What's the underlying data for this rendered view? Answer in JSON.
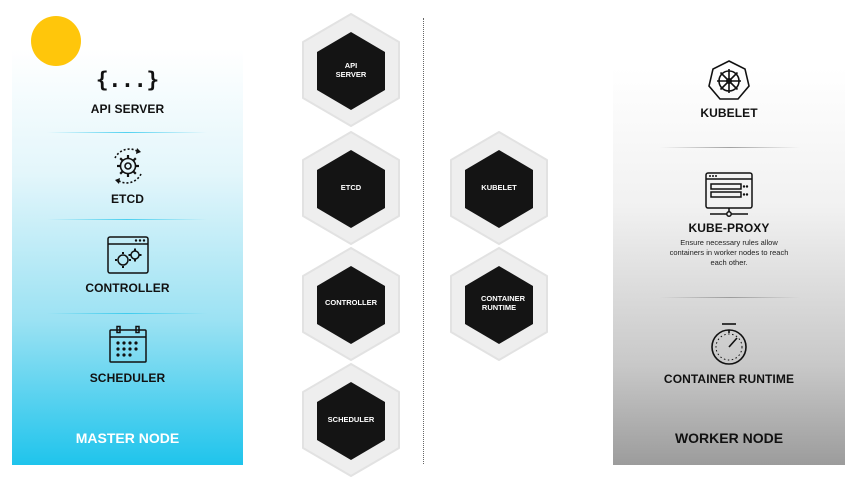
{
  "master_node": {
    "title": "MASTER NODE",
    "components": [
      {
        "label": "API SERVER",
        "icon": "curly-braces-icon",
        "icon_text": "{...}"
      },
      {
        "label": "ETCD",
        "icon": "gear-cycle-icon"
      },
      {
        "label": "CONTROLLER",
        "icon": "window-gears-icon"
      },
      {
        "label": "SCHEDULER",
        "icon": "calendar-icon"
      }
    ]
  },
  "worker_node": {
    "title": "WORKER NODE",
    "components": [
      {
        "label": "KUBELET",
        "icon": "kubernetes-helm-icon"
      },
      {
        "label": "KUBE-PROXY",
        "icon": "proxy-server-icon",
        "description": "Ensure necessary rules allow containers in worker nodes to reach each other."
      },
      {
        "label": "CONTAINER RUNTIME",
        "icon": "stopwatch-icon"
      }
    ]
  },
  "hexagons": {
    "master": [
      "API SERVER",
      "ETCD",
      "CONTROLLER",
      "SCHEDULER"
    ],
    "worker": [
      "KUBELET",
      "CONTAINER RUNTIME"
    ]
  },
  "colors": {
    "accent_yellow": "#ffc60b",
    "master_blue": "#1fc4ec",
    "hex_fill": "#141414",
    "hex_halo": "#eeeeee"
  }
}
